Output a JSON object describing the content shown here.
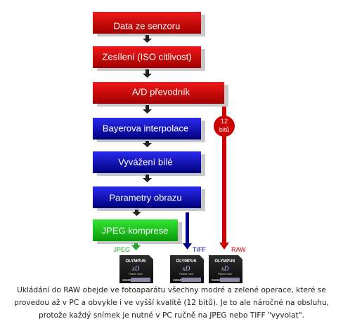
{
  "colors": {
    "red_top": "#f01818",
    "red_bottom": "#a00000",
    "blue_top": "#2a2af0",
    "blue_bottom": "#00007a",
    "green_top": "#33e633",
    "green_bottom": "#0a9a0a",
    "shadow": "#c8c8c8",
    "arrow_dark": "#222222",
    "raw_line": "#cc0000",
    "tiff_line": "#000090",
    "jpeg_arrow": "#22aa22"
  },
  "steps": [
    {
      "label": "Data ze senzoru",
      "color": "red"
    },
    {
      "label": "Zesílení (ISO citlivost)",
      "color": "red"
    },
    {
      "label": "A/D převodník",
      "color": "red"
    },
    {
      "label": "Bayerova interpolace",
      "color": "blue"
    },
    {
      "label": "Vyvážení bílé",
      "color": "blue"
    },
    {
      "label": "Parametry obrazu",
      "color": "blue"
    },
    {
      "label": "JPEG komprese",
      "color": "green"
    }
  ],
  "raw_badge": {
    "line1": "12",
    "line2": "bitů"
  },
  "outputs": [
    {
      "label": "JPEG",
      "label_color": "#22aa22"
    },
    {
      "label": "TIFF",
      "label_color": "#000090"
    },
    {
      "label": "RAW",
      "label_color": "#cc0000"
    }
  ],
  "card": {
    "brand": "OLYMPUS",
    "logo": "xD",
    "sub": "Picture Card",
    "capacity": "256MB"
  },
  "caption": "Ukládání do RAW obejde ve fotoaparátu všechny modré a zelené operace, které se provedou až v PC a obvykle i ve vyšší kvalitě (12 bitů). Je to ale náročné na obsluhu, protože každý snímek je nutné v PC ručně na JPEG nebo TIFF \"vyvolat\"."
}
